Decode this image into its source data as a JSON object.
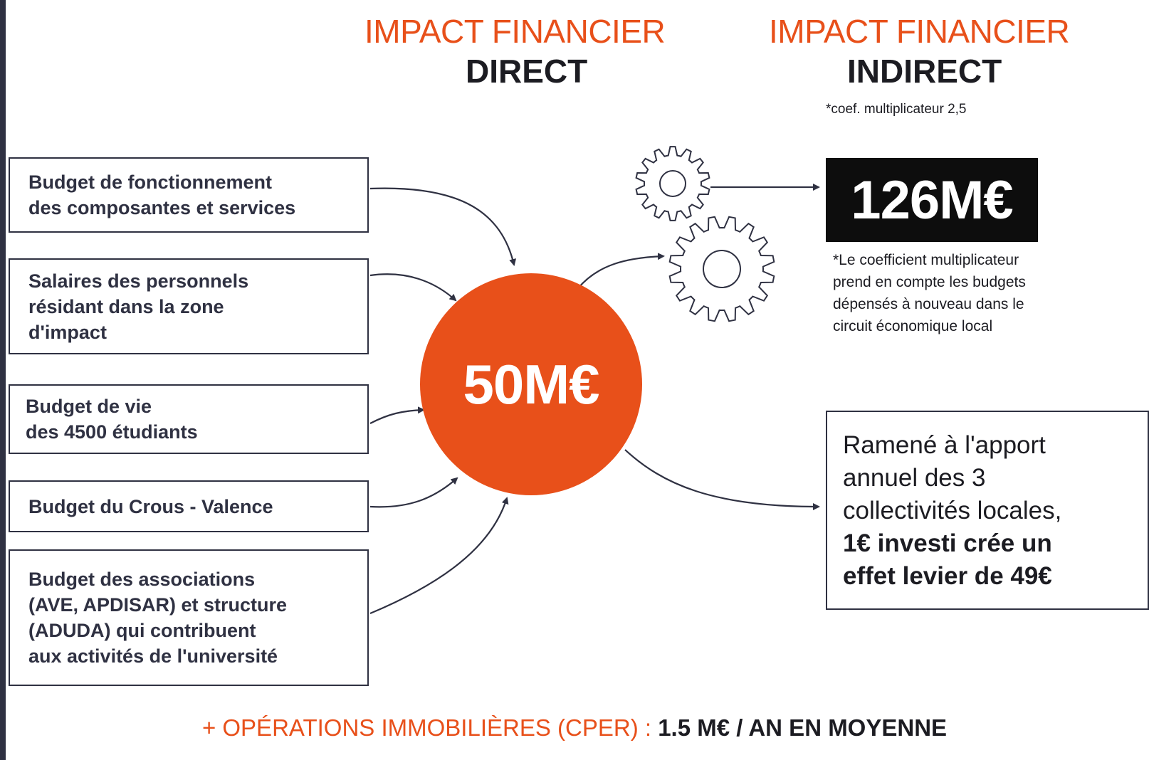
{
  "headers": {
    "direct": {
      "line1": "IMPACT FINANCIER",
      "line2": "DIRECT"
    },
    "indirect": {
      "line1": "IMPACT FINANCIER",
      "line2": "INDIRECT",
      "note": "*coef. multiplicateur 2,5"
    }
  },
  "sources": [
    "Budget de fonctionnement\ndes composantes et services",
    "Salaires des personnels\nrésidant dans la zone\nd'impact",
    "Budget de vie\ndes 4500 étudiants",
    "Budget du Crous - Valence",
    "Budget des associations\n(AVE, APDISAR) et structure\n(ADUDA) qui contribuent\naux activités de l'université"
  ],
  "direct_value": "50M€",
  "indirect_value": "126M€",
  "multiplier_explanation": "*Le coefficient multiplicateur\nprend en compte  les budgets\ndépensés à nouveau dans le\ncircuit économique local",
  "leverage": {
    "text": "Ramené à l'apport\nannuel des 3\ncollectivités locales,",
    "highlight": "1€ investi crée un\neffet levier de 49€"
  },
  "footer": {
    "prefix": "+ OPÉRATIONS IMMOBILIÈRES (CPER) : ",
    "value": "1.5 M€ / AN EN MOYENNE"
  },
  "colors": {
    "accent": "#e8501a",
    "dark": "#2f3142",
    "black": "#0d0d0d"
  },
  "icons": [
    "gear-icon",
    "gear-icon"
  ]
}
